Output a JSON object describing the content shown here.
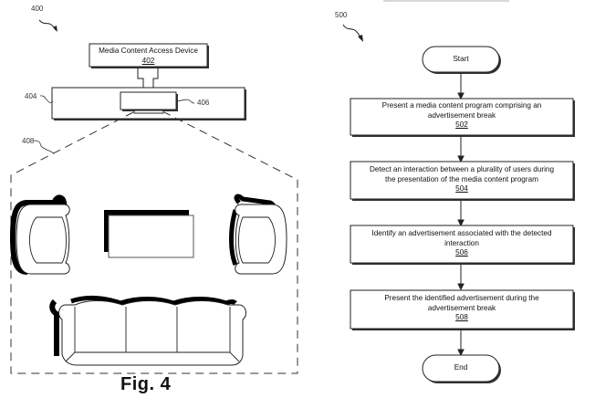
{
  "figure4": {
    "ref_label": "400",
    "device_box": {
      "title": "Media Content Access Device",
      "number": "402"
    },
    "display_ref": "404",
    "sensor_ref": "406",
    "room_ref": "408",
    "caption": "Fig. 4"
  },
  "figure5": {
    "ref_label": "500",
    "start_label": "Start",
    "end_label": "End",
    "steps": [
      {
        "text": "Present a media content program comprising an advertisement break",
        "line1": "Present a media content program comprising an",
        "line2": "advertisement break",
        "number": "502"
      },
      {
        "text": "Detect an interaction between a plurality of users during the presentation of the media content program",
        "line1": "Detect an interaction between a plurality of users during",
        "line2": "the presentation of the media content program",
        "number": "504"
      },
      {
        "text": "Identify an advertisement associated with the detected interaction",
        "line1": "Identify an advertisement associated with the detected",
        "line2": "interaction",
        "number": "506"
      },
      {
        "text": "Present the identified advertisement during the advertisement break",
        "line1": "Present the identified advertisement during the",
        "line2": "advertisement break",
        "number": "508"
      }
    ]
  }
}
